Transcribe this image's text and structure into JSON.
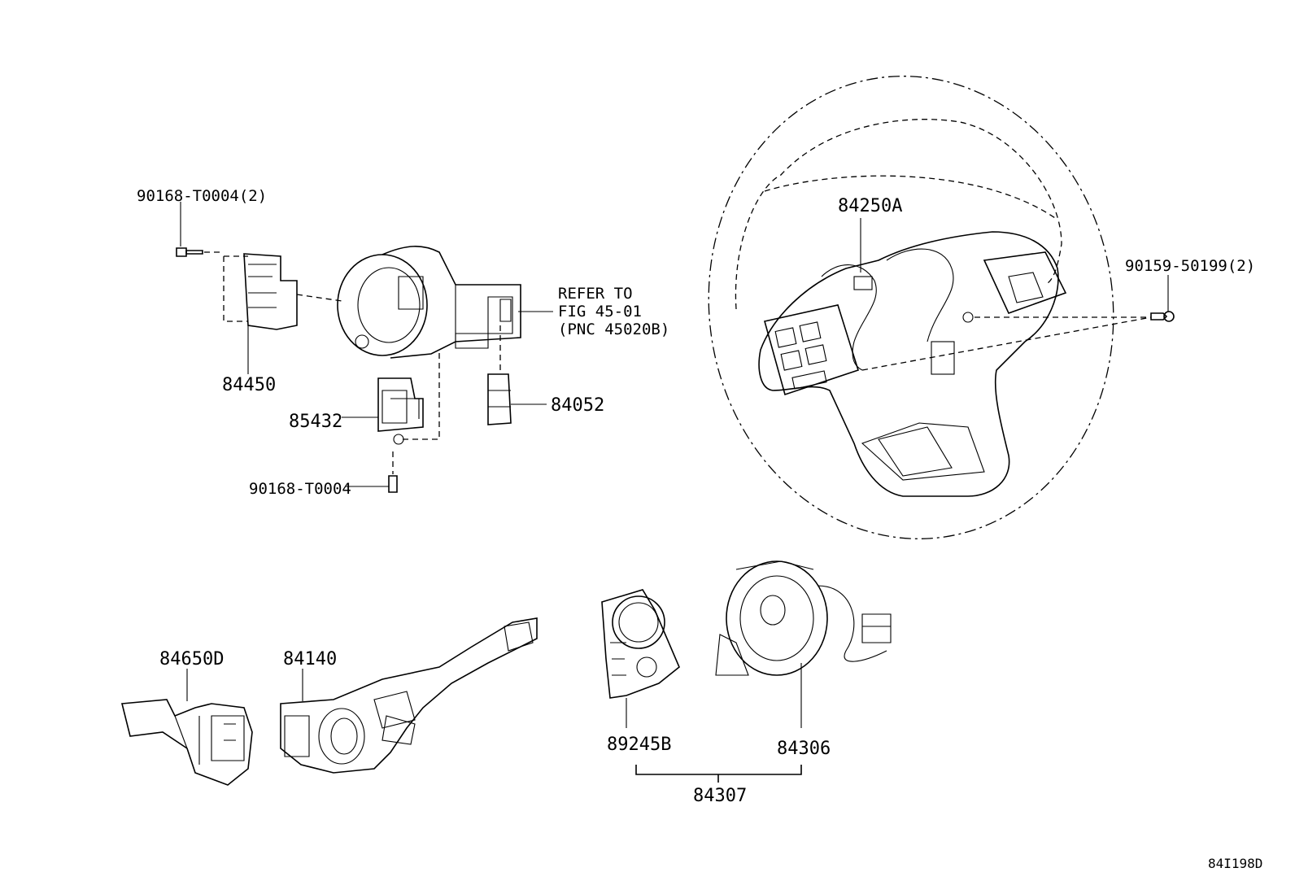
{
  "diagram": {
    "part_labels": {
      "p90168_t0004_2": "90168-T0004(2)",
      "p84450": "84450",
      "p85432": "85432",
      "p90168_t0004": "90168-T0004",
      "p84052": "84052",
      "refer_line1": "REFER TO",
      "refer_line2": "FIG 45-01",
      "refer_line3": "(PNC 45020B)",
      "p84250a": "84250A",
      "p90159_50199_2": "90159-50199(2)",
      "p84650d": "84650D",
      "p84140": "84140",
      "p89245b": "89245B",
      "p84306": "84306",
      "p84307": "84307"
    },
    "figure_id": "84I198D"
  }
}
